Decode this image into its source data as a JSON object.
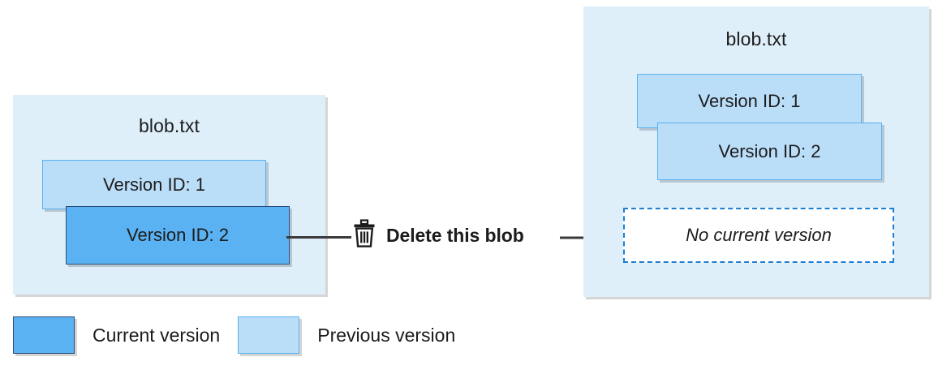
{
  "diagram": {
    "title_before": "blob.txt",
    "title_after": "blob.txt",
    "colors": {
      "panel_background": "#DEEFFA",
      "current_version": "#5BB2F2",
      "current_version_border": "#2A4D7A",
      "previous_version": "#BADDF8",
      "previous_version_border": "#5BB2F2",
      "dashed_border": "#1B7FD4",
      "arrow": "#3a3a3a",
      "text": "#1c1c1c"
    }
  },
  "before": {
    "panel_title": "blob.txt",
    "versions": [
      {
        "label": "Version ID: 1",
        "state": "previous"
      },
      {
        "label": "Version ID: 2",
        "state": "current"
      }
    ]
  },
  "action": {
    "icon": "trash-icon",
    "label": "Delete this blob"
  },
  "after": {
    "panel_title": "blob.txt",
    "versions": [
      {
        "label": "Version ID: 1",
        "state": "previous"
      },
      {
        "label": "Version ID: 2",
        "state": "previous"
      }
    ],
    "no_current_version_label": "No current version"
  },
  "legend": {
    "items": [
      {
        "label": "Current version",
        "swatch": "#5BB2F2"
      },
      {
        "label": "Previous version",
        "swatch": "#BADDF8"
      }
    ]
  }
}
